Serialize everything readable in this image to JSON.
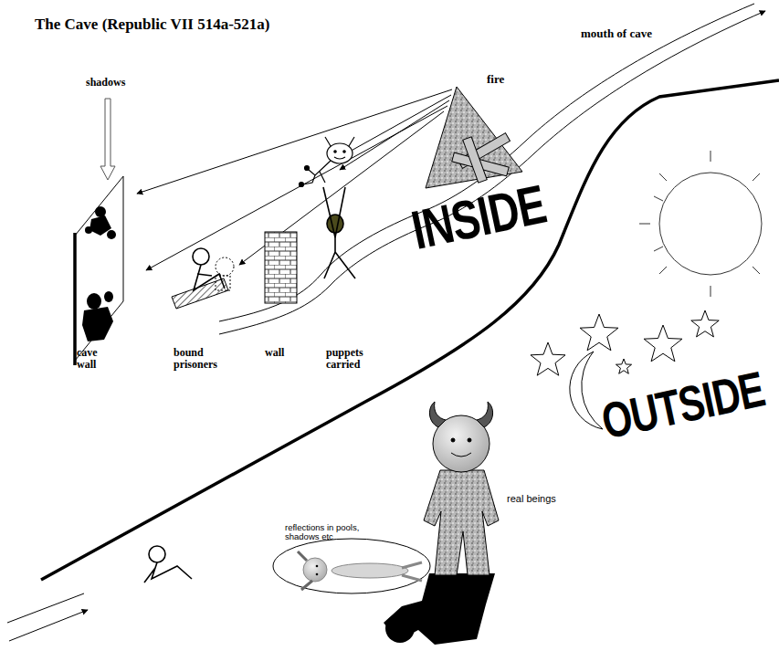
{
  "diagram": {
    "title": "The Cave (Republic VII 514a-521a)",
    "labels": [
      "mouth of cave",
      "shadows",
      "fire",
      "INSIDE",
      "cave wall",
      "bound prisoners",
      "wall",
      "puppets carried",
      "OUTSIDE",
      "reflections in pools, shadows etc",
      "real beings"
    ]
  }
}
